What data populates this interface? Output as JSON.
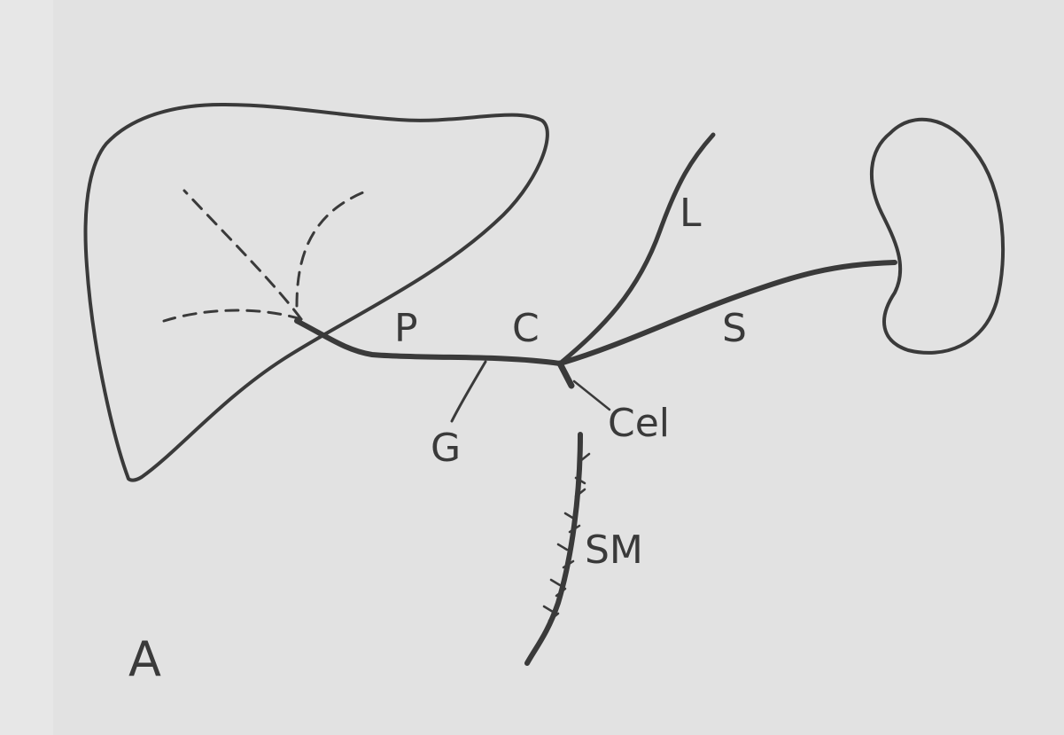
{
  "diagram": {
    "panel_letter": "A",
    "labels": {
      "p": "P",
      "c": "C",
      "l": "L",
      "s": "S",
      "g": "G",
      "cel": "Cel",
      "sm": "SM"
    },
    "colors": {
      "background": "#e2e2e2",
      "ink": "#3a3a3a"
    }
  }
}
